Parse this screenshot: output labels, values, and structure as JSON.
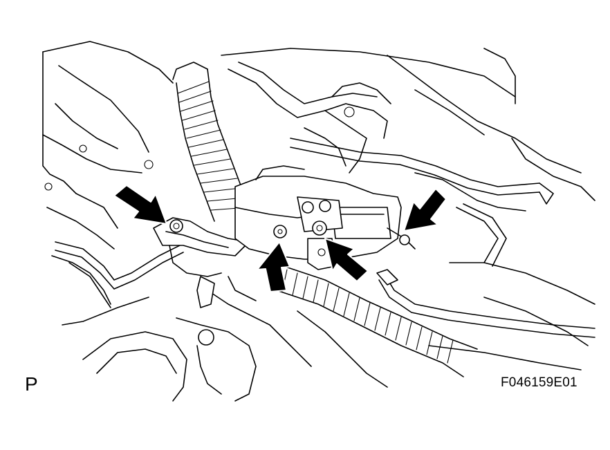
{
  "figure": {
    "corner_letter": "P",
    "figure_code": "F046159E01"
  },
  "callouts": {
    "count": 4,
    "color": "#000000"
  },
  "colors": {
    "background": "#ffffff",
    "linework": "#000000"
  }
}
